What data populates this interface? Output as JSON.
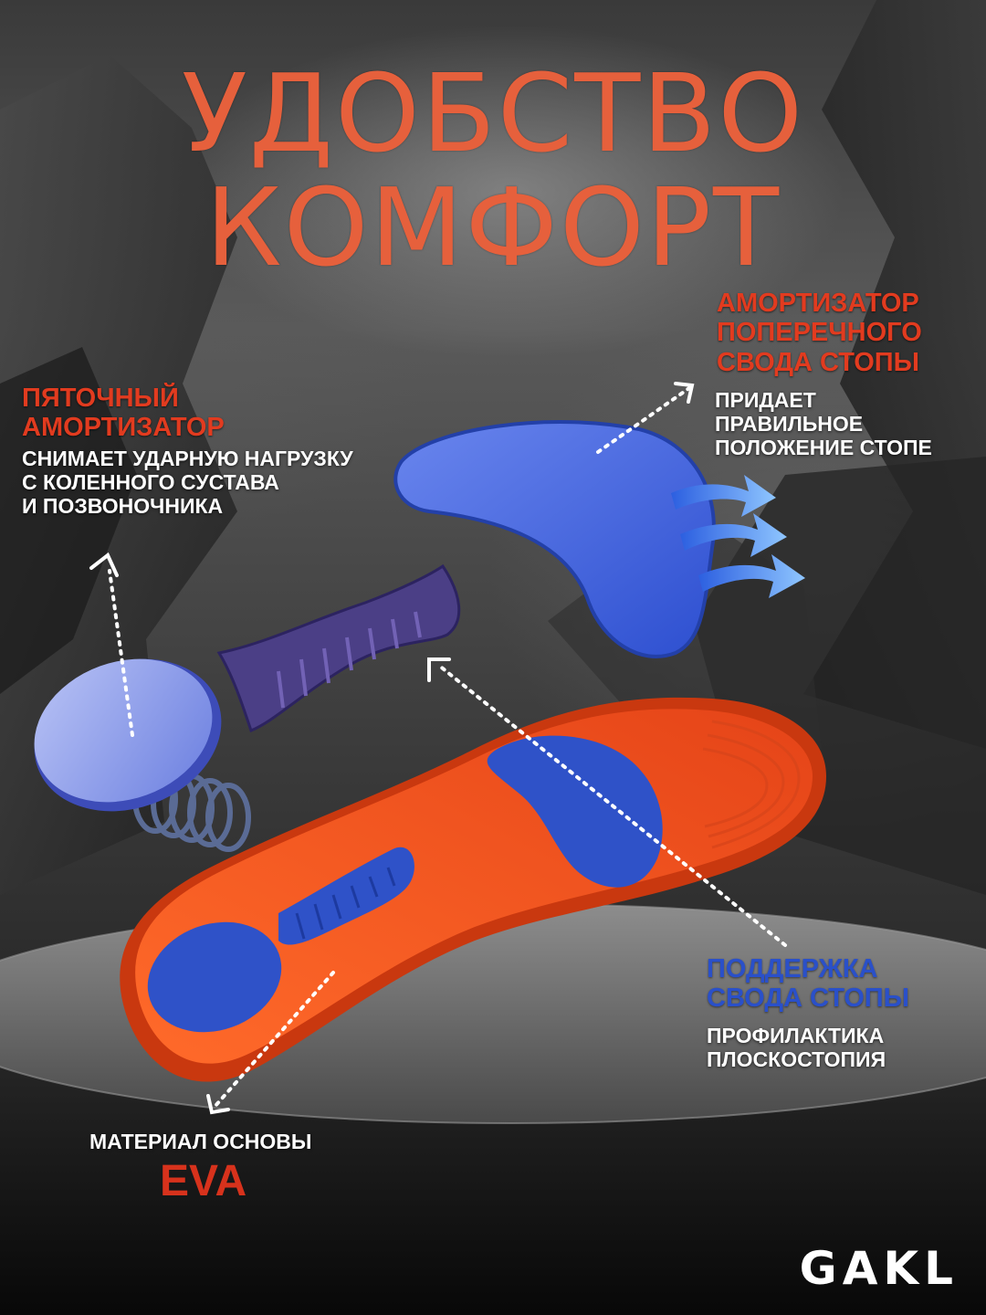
{
  "headline": {
    "line1": "УДОБСТВО",
    "line2": "КОМФОРТ"
  },
  "callouts": {
    "heel": {
      "title": [
        "ПЯТОЧНЫЙ",
        "АМОРТИЗАТОР"
      ],
      "desc": [
        "СНИМАЕТ УДАРНУЮ НАГРУЗКУ",
        "С КОЛЕННОГО СУСТАВА",
        "И ПОЗВОНОЧНИКА"
      ]
    },
    "metatarsal": {
      "title": [
        "АМОРТИЗАТОР",
        "ПОПЕРЕЧНОГО",
        "СВОДА СТОПЫ"
      ],
      "desc": [
        "ПРИДАЕТ",
        "ПРАВИЛЬНОЕ",
        "ПОЛОЖЕНИЕ СТОПЕ"
      ]
    },
    "arch": {
      "title": [
        "ПОДДЕРЖКА",
        "СВОДА СТОПЫ"
      ],
      "desc": [
        "ПРОФИЛАКТИКА",
        "ПЛОСКОСТОПИЯ"
      ]
    },
    "material": {
      "label": "МАТЕРИАЛ ОСНОВЫ",
      "value": "EVA"
    }
  },
  "brand": {
    "logo": "GAKL"
  },
  "colors": {
    "headline": "#e6603c",
    "accent_red": "#e23b1f",
    "accent_blue": "#2a50c9",
    "insole_orange": "#f0521f",
    "insole_blue": "#2f52c8",
    "pad_blue": "#4f6fe0",
    "arch_purple": "#4b3f86"
  }
}
